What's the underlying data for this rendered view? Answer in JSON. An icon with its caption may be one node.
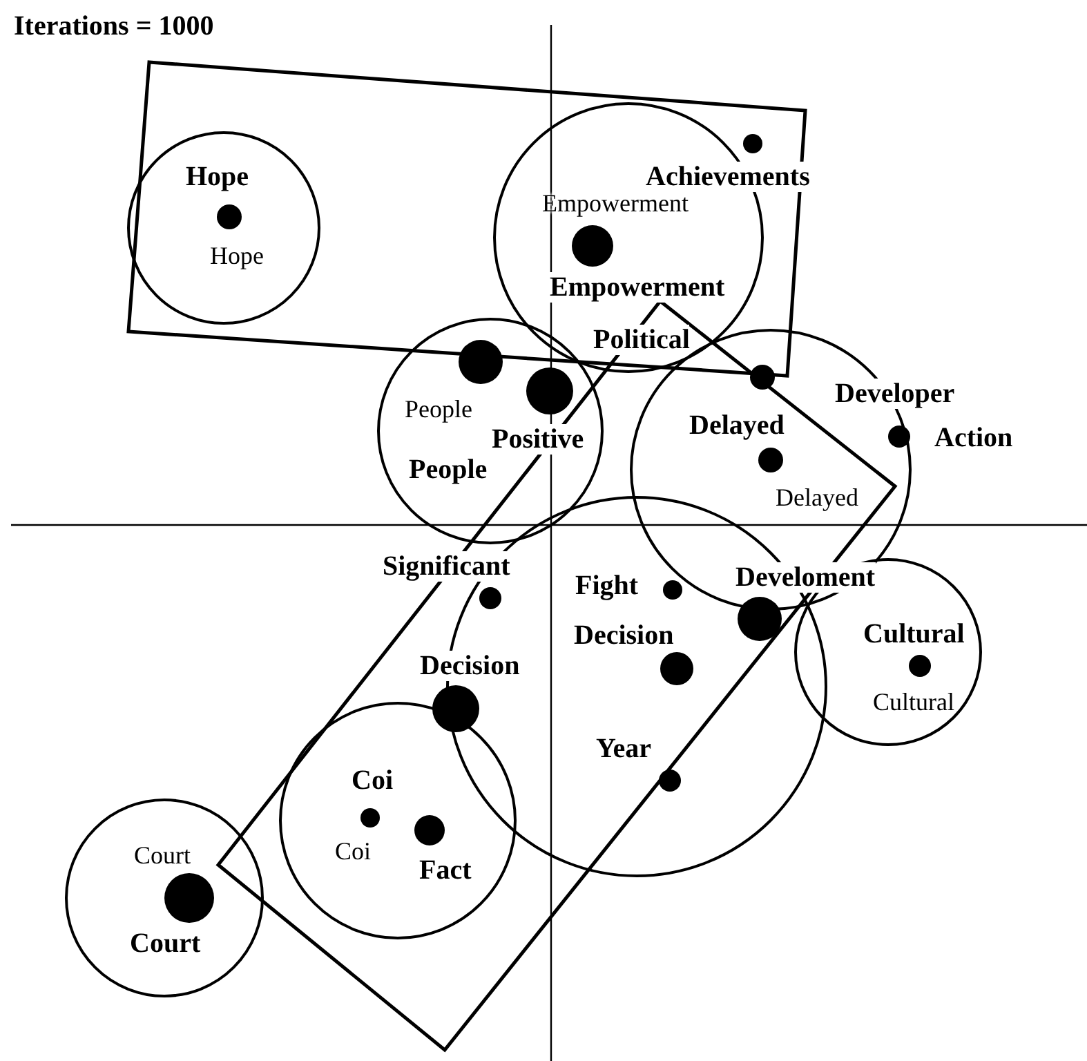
{
  "diagram": {
    "title": "Iterations = 1000",
    "nodes": [
      {
        "text": [
          "Hope"
        ]
      },
      {
        "text": [
          "Hope"
        ],
        "in": 0
      },
      {
        "text": [
          "Empowerment"
        ]
      },
      {
        "text": [
          "Achievements"
        ]
      },
      {
        "text": [
          "Empowerment"
        ],
        "in": 2
      },
      {
        "text": [
          "Political"
        ],
        "in": 2
      },
      {
        "text": [
          "People"
        ]
      },
      {
        "text": [
          "People"
        ],
        "in": 6
      },
      {
        "text": [
          "Positive"
        ],
        "in": 6
      },
      {
        "text": [
          "Delayed"
        ]
      },
      {
        "text": [
          "Developer"
        ]
      },
      {
        "text": [
          "Action"
        ]
      },
      {
        "text": [
          "Delayed"
        ],
        "in": 9
      },
      {
        "text": [],
        "shape": "circle"
      },
      {
        "text": [
          "Significant"
        ]
      },
      {
        "text": [
          "Fight"
        ],
        "in": 13
      },
      {
        "text": [
          "Develoment"
        ]
      },
      {
        "text": [
          "Decision"
        ],
        "in": 13
      },
      {
        "text": [
          "Decision"
        ]
      },
      {
        "text": [
          "Year"
        ],
        "in": 13
      },
      {
        "text": [
          "Cultural"
        ]
      },
      {
        "text": [
          "Cultural"
        ],
        "in": 20
      },
      {
        "text": [
          "Coi"
        ]
      },
      {
        "text": [
          "Coi"
        ],
        "in": 22
      },
      {
        "text": [
          "Fact"
        ],
        "in": 22
      },
      {
        "text": [
          "Court"
        ]
      },
      {
        "text": [
          "Court"
        ],
        "in": 25
      }
    ]
  }
}
